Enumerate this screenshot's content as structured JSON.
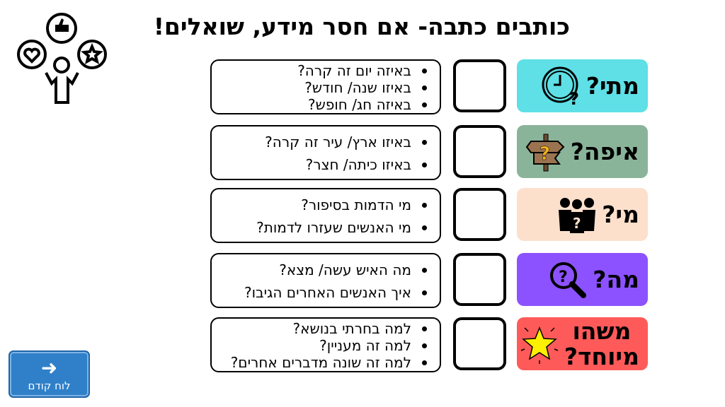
{
  "title": "כותבים כתבה- אם חסר מידע, שואלים!",
  "rows": [
    {
      "label": "מתי?",
      "color": "#5ee0e6",
      "icon": "clock-question-icon",
      "items": [
        "באיזה יום זה קרה?",
        "באיזו שנה/ חודש?",
        "באיזה חג/ חופש?"
      ]
    },
    {
      "label": "איפה?",
      "color": "#8ab49a",
      "icon": "signpost-question-icon",
      "items": [
        "באיזו ארץ/ עיר זה קרה?",
        "באיזו כיתה/ חצר?"
      ]
    },
    {
      "label": "מי?",
      "color": "#fde0cc",
      "icon": "people-question-icon",
      "items": [
        "מי הדמות בסיפור?",
        "מי האנשים שעזרו לדמות?"
      ]
    },
    {
      "label": "מה?",
      "color": "#8c52ff",
      "icon": "magnifier-question-icon",
      "items": [
        "מה האיש עשה/ מצא?",
        "איך האנשים האחרים הגיבו?"
      ]
    },
    {
      "label": "משהו מיוחד?",
      "color": "#ff5a5a",
      "icon": "star-icon",
      "items": [
        "למה בחרתי בנושא?",
        "למה זה מעניין?",
        "למה זה שונה מדברים אחרים?"
      ]
    }
  ],
  "back_button": {
    "label": "לוח קודם",
    "icon": "arrow-right-icon"
  }
}
